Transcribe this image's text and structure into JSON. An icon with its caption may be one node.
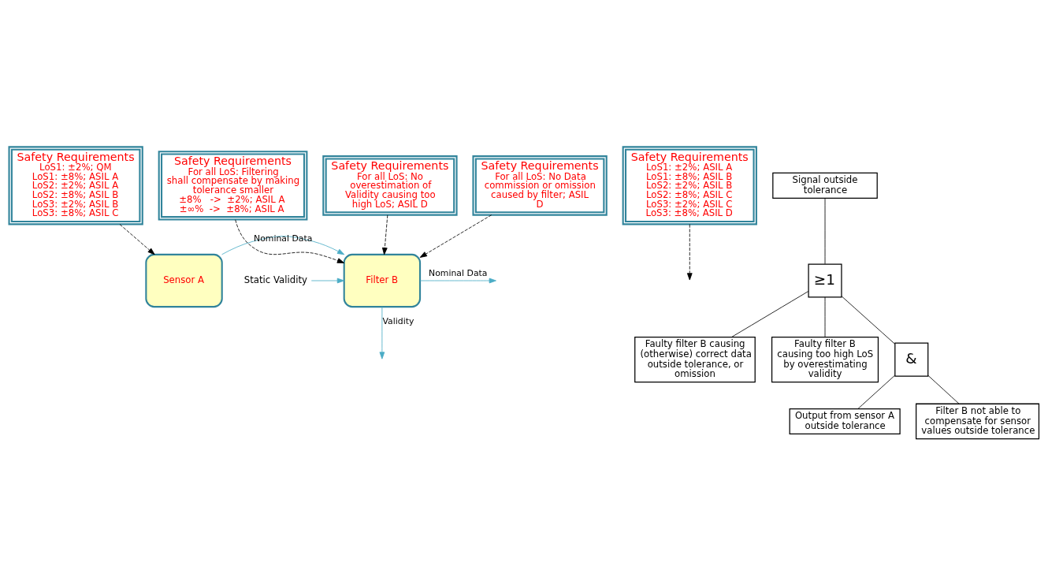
{
  "diagram": {
    "nodes": [
      {
        "text": [
          "Safety Requirements",
          "LoS1: ±2%; QM",
          "LoS1: ±8%; ASIL A",
          "LoS2: ±2%; ASIL A",
          "LoS2: ±8%; ASIL B",
          "LoS3: ±2%; ASIL B",
          "LoS3: ±8%; ASIL C"
        ]
      },
      {
        "text": [
          "Sensor A"
        ]
      },
      {
        "text": [
          "Filter B"
        ]
      },
      {
        "text": [
          "Safety Requirements",
          "LoS1: ±2%; ASIL A",
          "LoS1: ±8%; ASIL B",
          "LoS2: ±2%; ASIL B",
          "LoS2: ±8%; ASIL C",
          "LoS3: ±2%; ASIL C",
          "LoS3: ±8%; ASIL D"
        ]
      },
      {
        "text": [
          "Static Validity"
        ]
      },
      {
        "text": [
          "Safety Requirements",
          "For all LoS: Filtering shall compensate by making tolerance smaller",
          "±8%   ->  ±2%; ASIL A",
          "±∞%  ->  ±8%; ASIL A"
        ]
      },
      {
        "text": [
          "Safety Requirements",
          "For all LoS: No overestimation of Validity causing too high LoS; ASIL D"
        ]
      },
      {
        "text": [
          "Safety Requirements",
          "For all LoS: No Data commission or omission caused by filter; ASIL D"
        ]
      },
      {
        "text": [
          "Signal outside tolerance"
        ]
      },
      {
        "text": [
          "≥1"
        ]
      },
      {
        "text": [
          "Faulty filter B causing (otherwise) correct data outside tolerance, or omission"
        ]
      },
      {
        "text": [
          "Faulty filter B causing too high LoS by overestimating validity"
        ]
      },
      {
        "text": [
          "&"
        ]
      },
      {
        "text": [
          "Output from sensor A outside tolerance"
        ]
      },
      {
        "text": [
          "Filter B not able to compensate for sensor values outside tolerance"
        ]
      }
    ],
    "edges": [
      {
        "from": 0,
        "to": 1,
        "arrow": "to",
        "style": "dashed"
      },
      {
        "from": 1,
        "to": 2,
        "arrow": "to",
        "label": "Nominal Data",
        "color": "#4bacc6"
      },
      {
        "from": 3,
        "to": null,
        "arrow": "to",
        "style": "dashed"
      },
      {
        "from": 2,
        "to": null,
        "arrow": "to",
        "label": "Nominal Data",
        "color": "#4bacc6"
      },
      {
        "from": 2,
        "to": null,
        "arrow": "to",
        "label": "Validity",
        "color": "#4bacc6"
      },
      {
        "from": 4,
        "to": 2,
        "arrow": "to",
        "color": "#4bacc6"
      },
      {
        "from": 5,
        "to": 2,
        "arrow": "to",
        "style": "dashed"
      },
      {
        "from": 6,
        "to": 2,
        "arrow": "to",
        "style": "dashed"
      },
      {
        "from": 7,
        "to": 2,
        "arrow": "to",
        "style": "dashed"
      },
      {
        "from": 8,
        "to": 9,
        "arrow": "none"
      },
      {
        "from": 9,
        "to": 10,
        "arrow": "none"
      },
      {
        "from": 9,
        "to": 11,
        "arrow": "none"
      },
      {
        "from": 9,
        "to": 12,
        "arrow": "none"
      },
      {
        "from": 12,
        "to": 13,
        "arrow": "none"
      },
      {
        "from": 12,
        "to": 14,
        "arrow": "none"
      }
    ]
  }
}
